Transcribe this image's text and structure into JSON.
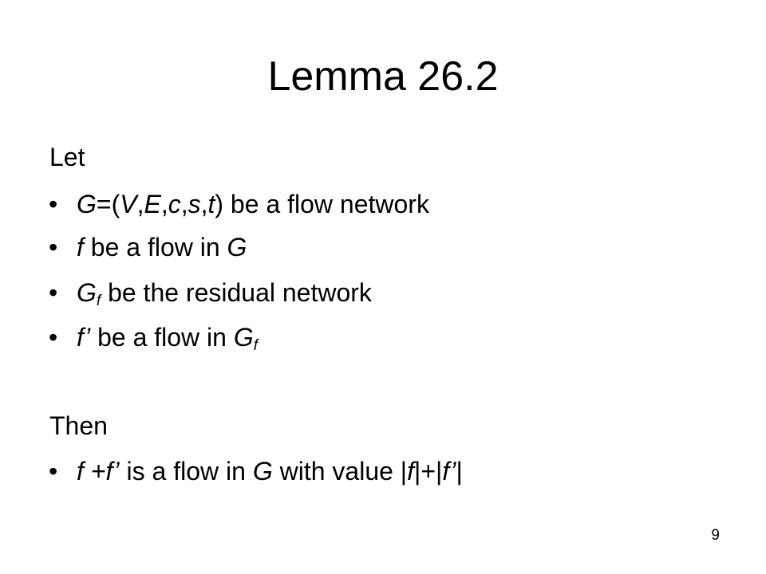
{
  "slide": {
    "title": "Lemma 26.2",
    "let_label": "Let",
    "hypotheses": [
      {
        "parts": [
          {
            "t": "G",
            "i": true
          },
          {
            "t": "=(",
            "i": false
          },
          {
            "t": "V",
            "i": true
          },
          {
            "t": ",",
            "i": false
          },
          {
            "t": "E",
            "i": true
          },
          {
            "t": ",",
            "i": false
          },
          {
            "t": "c",
            "i": true
          },
          {
            "t": ",",
            "i": false
          },
          {
            "t": "s",
            "i": true
          },
          {
            "t": ",",
            "i": false
          },
          {
            "t": "t",
            "i": true
          },
          {
            "t": ") be a flow network",
            "i": false
          }
        ]
      },
      {
        "parts": [
          {
            "t": "f",
            "i": true
          },
          {
            "t": " be a flow in ",
            "i": false
          },
          {
            "t": "G",
            "i": true
          }
        ]
      },
      {
        "parts": [
          {
            "t": "G",
            "i": true
          },
          {
            "t": "f",
            "i": true,
            "sub": true
          },
          {
            "t": " be the residual network",
            "i": false
          }
        ]
      },
      {
        "parts": [
          {
            "t": "f’",
            "i": true
          },
          {
            "t": " be a flow in ",
            "i": false
          },
          {
            "t": "G",
            "i": true
          },
          {
            "t": "f",
            "i": true,
            "sub": true
          }
        ]
      }
    ],
    "then_label": "Then",
    "conclusions": [
      {
        "parts": [
          {
            "t": "f +f’",
            "i": true
          },
          {
            "t": " is a flow in ",
            "i": false
          },
          {
            "t": "G",
            "i": true
          },
          {
            "t": " with value |",
            "i": false
          },
          {
            "t": "f",
            "i": true
          },
          {
            "t": "|+|",
            "i": false
          },
          {
            "t": "f’",
            "i": true
          },
          {
            "t": "|",
            "i": false
          }
        ]
      }
    ],
    "bullet_char": "•",
    "page_number": "9"
  }
}
